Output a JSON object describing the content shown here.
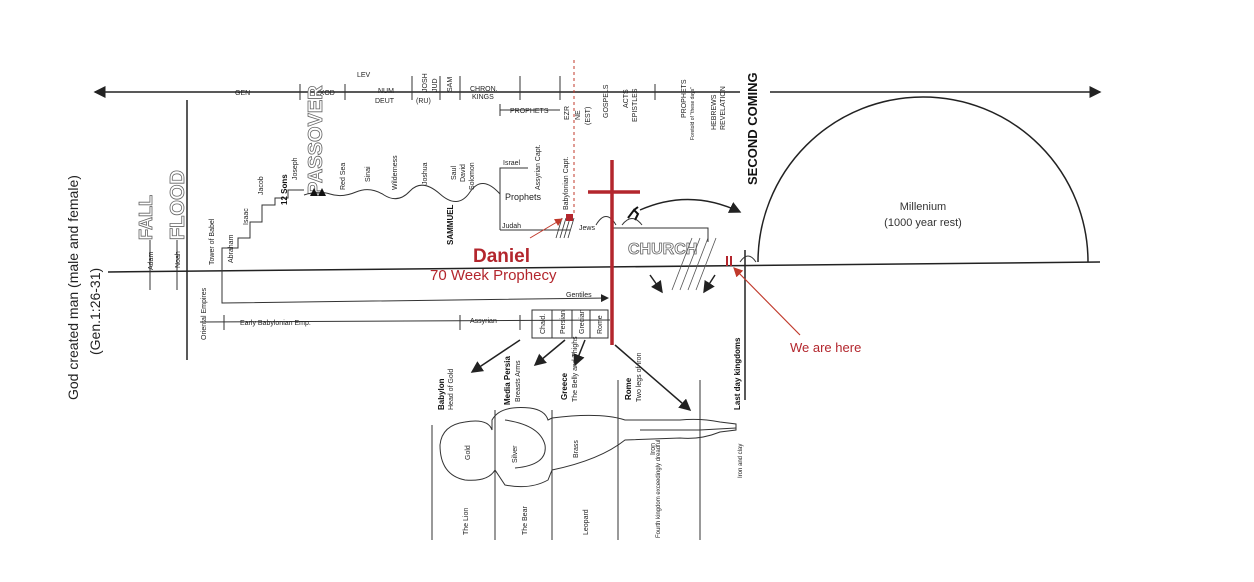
{
  "left_label": {
    "line1": "God created man (male and female)",
    "line2": "(Gen.1:26-31)"
  },
  "eras": {
    "fall": "FALL",
    "flood": "FLOOD",
    "passover": "PASSOVER",
    "church": "CHURCH",
    "second_coming": "SECOND COMING"
  },
  "books": {
    "gen": "GEN",
    "exod": "EXOD",
    "lev": "LEV",
    "num": "NUM",
    "deut": "DEUT",
    "josh": "JOSH",
    "jud": "JUD",
    "sam": "SAM",
    "ru": "(RU)",
    "chron": "CHRON.",
    "kings": "KINGS",
    "prophets": "PROPHETS",
    "ezr": "EZR",
    "ne": "NE",
    "est": "(EST)",
    "gospels": "GOSPELS",
    "acts": "ACTS",
    "epistles": "EPISTLES",
    "prophets2": "PROPHETS",
    "foretold": "Foretold of \"these days\"",
    "hebrews": "HEBREWS",
    "revelation": "REVELATION"
  },
  "timeline": {
    "adam": "Adam",
    "noah": "Noah",
    "babel": "Tower of Babel",
    "abraham": "Abraham",
    "isaac": "Isaac",
    "jacob": "Jacob",
    "twelve_sons": "12 Sons",
    "joseph": "Joseph",
    "red_sea": "Red Sea",
    "sinai": "Sinai",
    "wilderness": "Wilderness",
    "joshua": "Joshua",
    "saul": "Saul",
    "david": "David",
    "solomon": "Solomon",
    "samuel": "SAMMUEL",
    "israel": "Israel",
    "assyrian_capt": "Assyrian Capt.",
    "prophets": "Prophets",
    "judah": "Judah",
    "babylonian_capt": "Babylonian Capt.",
    "jews": "Jews",
    "gentiles": "Gentiles",
    "oriental": "Oriental Empires",
    "early_bab": "Early  Babylonian  Emp.",
    "assyrian": "Assyrian",
    "chald": "Chald.",
    "persian": "Persian",
    "grecian": "Grecian",
    "rome": "Rome"
  },
  "daniel": {
    "title": "Daniel",
    "subtitle": "70 Week Prophecy",
    "we_are_here": "We are here"
  },
  "millenium": {
    "title": "Millenium",
    "subtitle": "(1000 year rest)"
  },
  "statue": {
    "kingdoms": [
      {
        "name": "Babylon",
        "desc": "Head of Gold",
        "metal": "Gold",
        "beast": "The Lion"
      },
      {
        "name": "Media Persia",
        "desc": "Breasts Arms",
        "metal": "Silver",
        "beast": "The Bear"
      },
      {
        "name": "Greece",
        "desc": "The Belly and Thighs",
        "metal": "Brass",
        "beast": "Leopard"
      },
      {
        "name": "Rome",
        "desc": "Two legs of Iron",
        "metal": "Iron",
        "beast": "Fourth kingdom exceedingly dreadful"
      },
      {
        "name": "Last day kingdoms",
        "desc": "",
        "metal": "Iron and clay",
        "beast": ""
      }
    ]
  },
  "colors": {
    "accent_red": "#b3262d",
    "line": "#333333"
  }
}
